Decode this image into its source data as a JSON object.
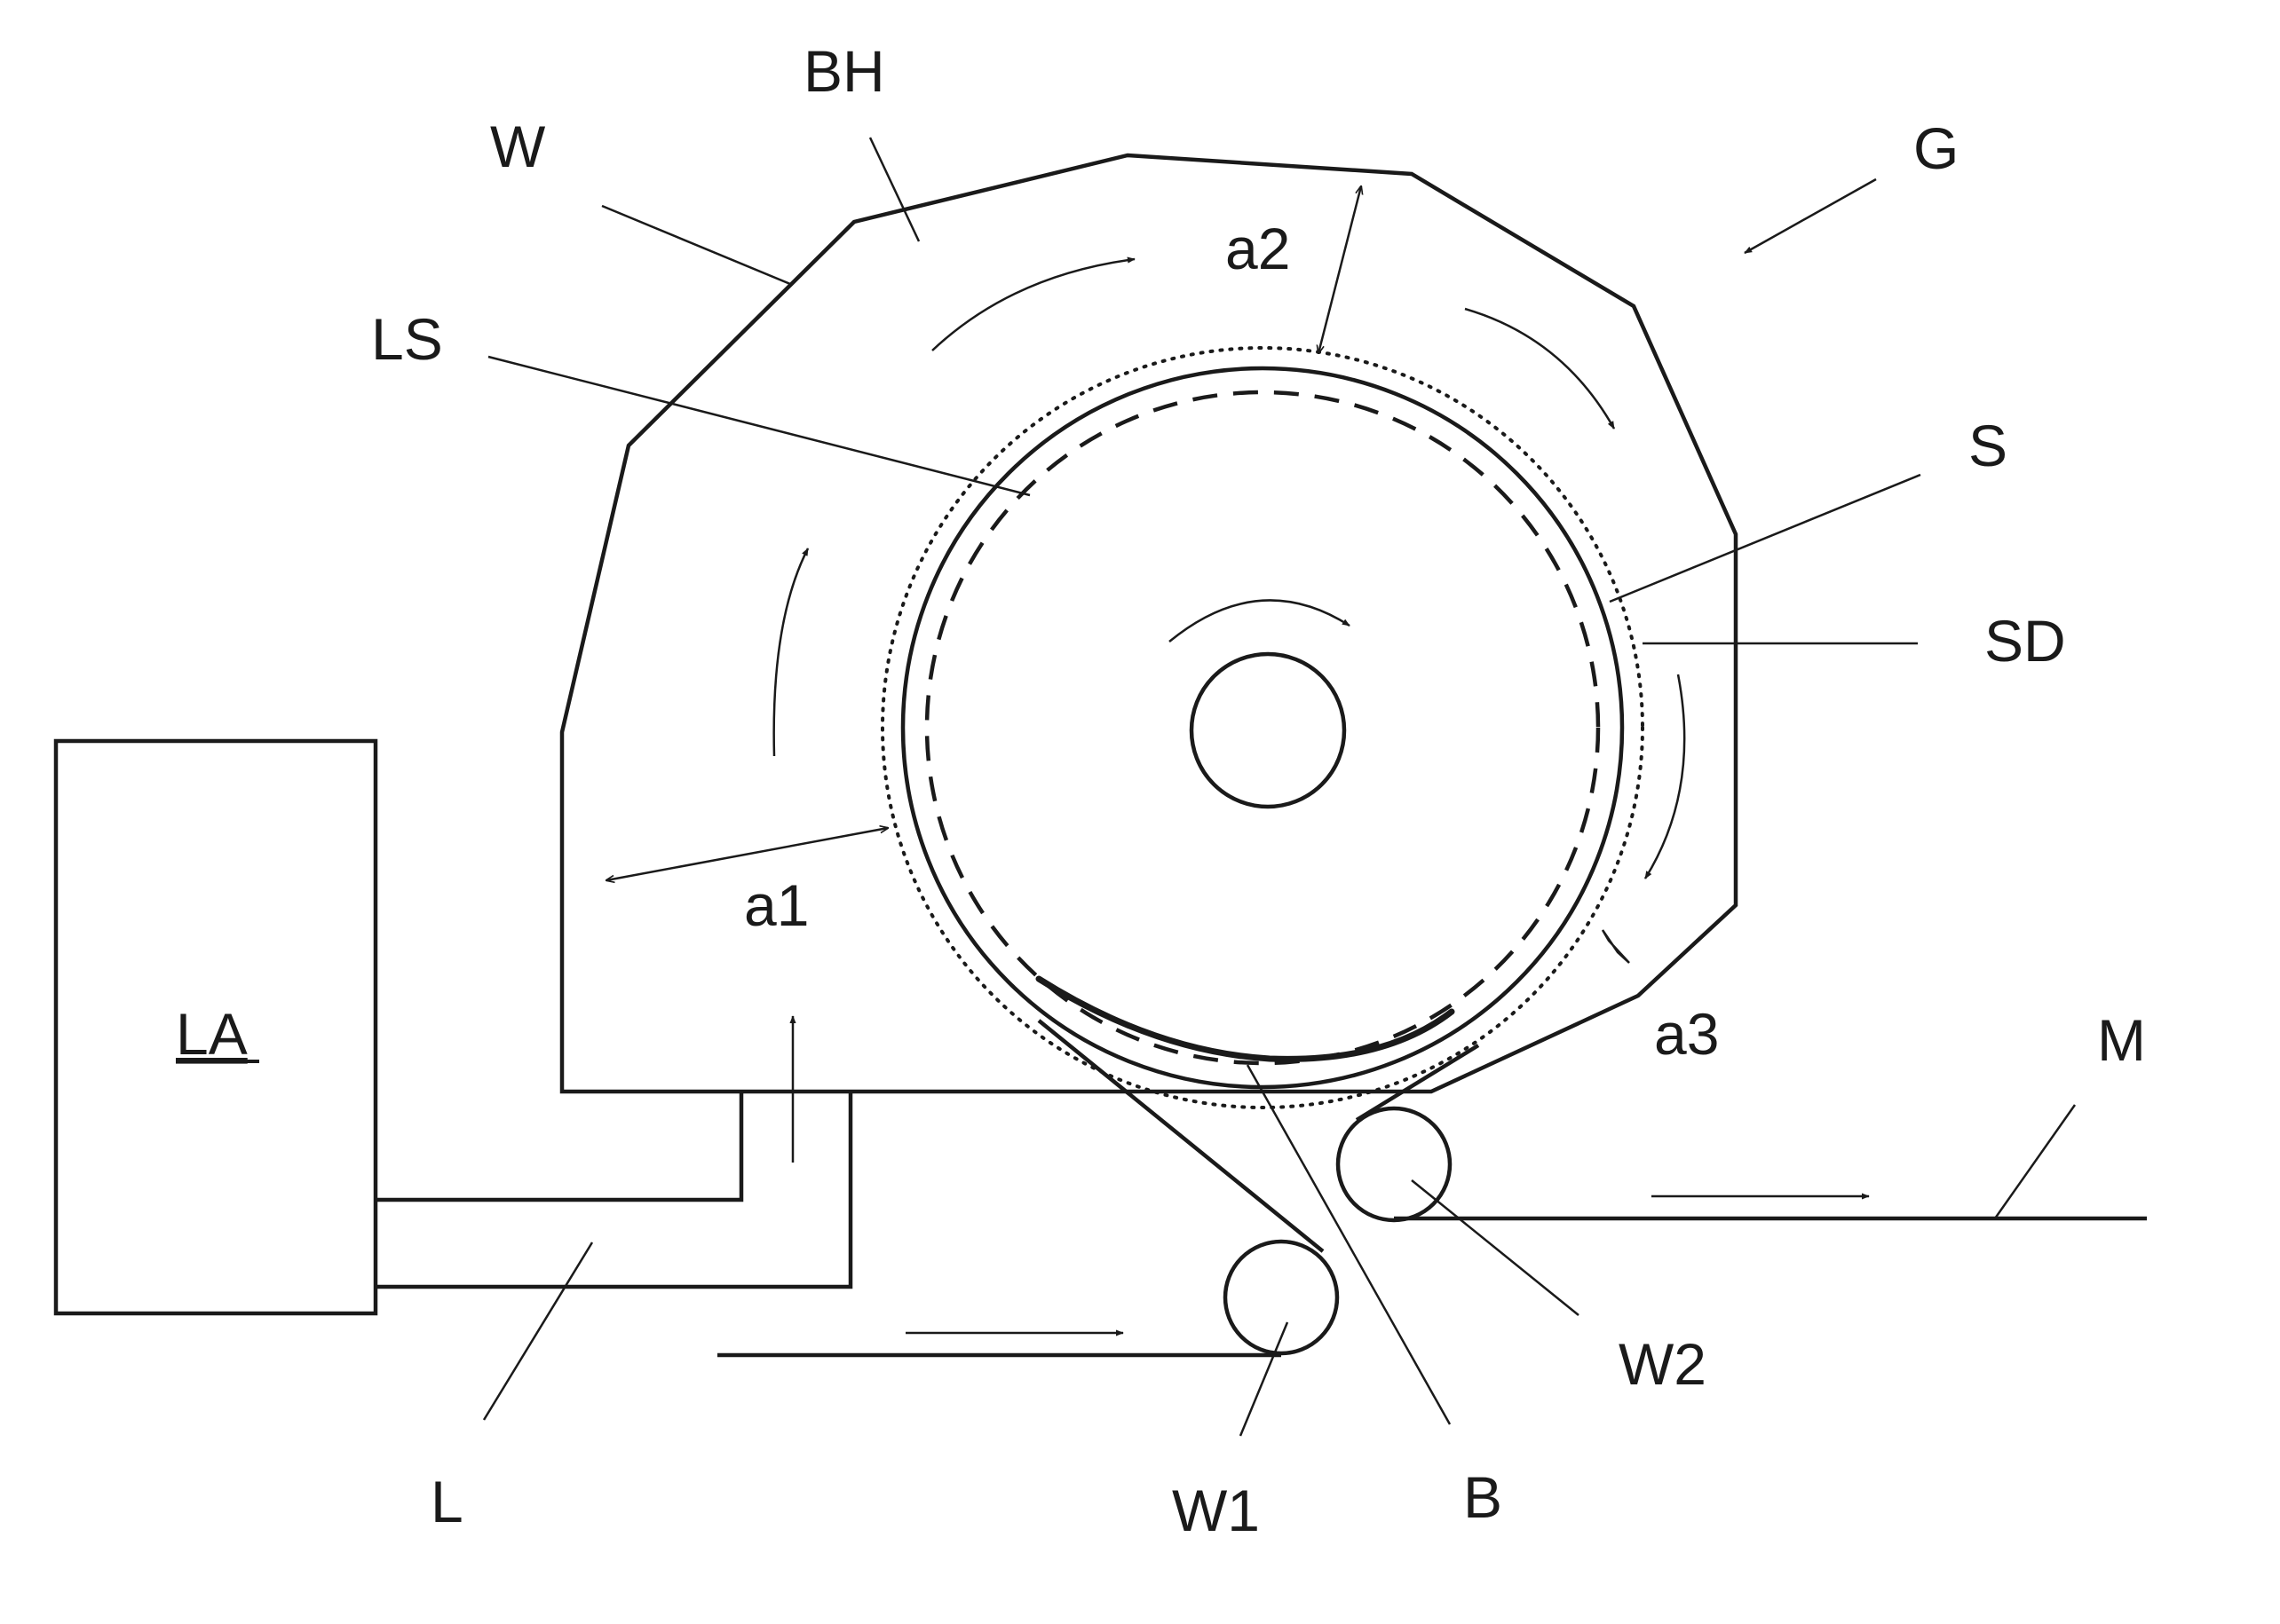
{
  "labels": {
    "W": "W",
    "BH": "BH",
    "G": "G",
    "LS": "LS",
    "a2": "a2",
    "S": "S",
    "SD": "SD",
    "a1": "a1",
    "a3": "a3",
    "M": "M",
    "LA": "LA",
    "L": "L",
    "W1": "W1",
    "W2": "W2",
    "B": "B"
  },
  "colors": {
    "ink": "#1a1a1a",
    "paper": "#ffffff"
  }
}
